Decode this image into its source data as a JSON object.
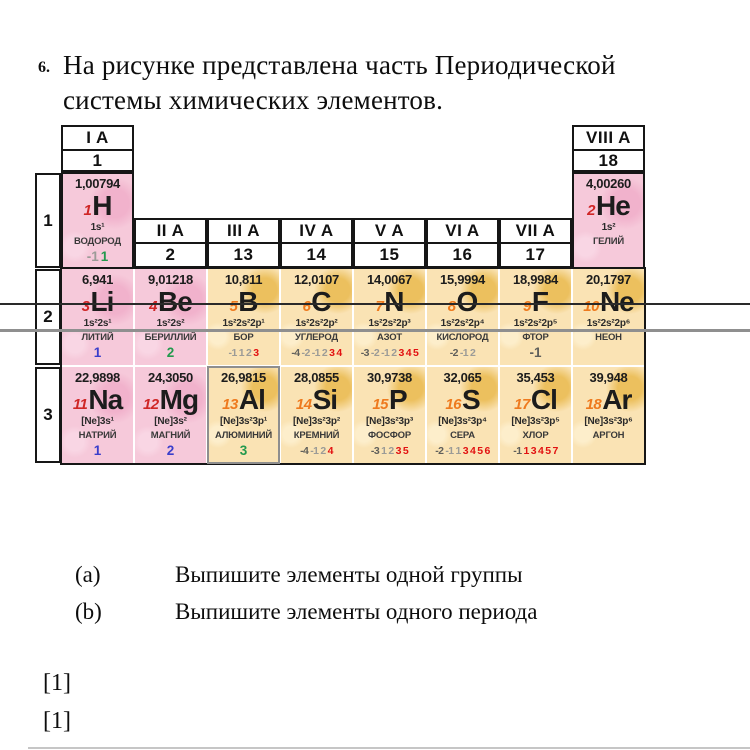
{
  "question": {
    "number": "6.",
    "line1": "На рисунке представлена часть Периодической",
    "line2": "системы химических элементов."
  },
  "table": {
    "group_headers": [
      {
        "label": "I A",
        "number": "1",
        "col": 0,
        "row": "top"
      },
      {
        "label": "II A",
        "number": "2",
        "col": 1,
        "row": "mid"
      },
      {
        "label": "III A",
        "number": "13",
        "col": 2,
        "row": "mid"
      },
      {
        "label": "IV A",
        "number": "14",
        "col": 3,
        "row": "mid"
      },
      {
        "label": "V A",
        "number": "15",
        "col": 4,
        "row": "mid"
      },
      {
        "label": "VI A",
        "number": "16",
        "col": 5,
        "row": "mid"
      },
      {
        "label": "VII A",
        "number": "17",
        "col": 6,
        "row": "mid"
      },
      {
        "label": "VIII A",
        "number": "18",
        "col": 7,
        "row": "top"
      }
    ],
    "period_labels": [
      "1",
      "2",
      "3"
    ],
    "elements": [
      {
        "symbol": "H",
        "mass": "1,00794",
        "number": "1",
        "config": "1s¹",
        "name": "ВОДОРОД",
        "bg": "pink",
        "numc": "red",
        "col": 0,
        "period": 1,
        "ox": [
          {
            "v": "-1",
            "c": "grey"
          },
          {
            "v": "1",
            "c": "green"
          }
        ]
      },
      {
        "symbol": "He",
        "mass": "4,00260",
        "number": "2",
        "config": "1s²",
        "name": "ГЕЛИЙ",
        "bg": "pink",
        "numc": "red",
        "col": 7,
        "period": 1,
        "ox": []
      },
      {
        "symbol": "Li",
        "mass": "6,941",
        "number": "3",
        "config": "1s²2s¹",
        "name": "ЛИТИЙ",
        "bg": "pink",
        "numc": "red",
        "col": 0,
        "period": 2,
        "ox": [
          {
            "v": "1",
            "c": "blue"
          }
        ]
      },
      {
        "symbol": "Be",
        "mass": "9,01218",
        "number": "4",
        "config": "1s²2s²",
        "name": "БЕРИЛЛИЙ",
        "bg": "pink",
        "numc": "red",
        "col": 1,
        "period": 2,
        "ox": [
          {
            "v": "2",
            "c": "green"
          }
        ]
      },
      {
        "symbol": "B",
        "mass": "10,811",
        "number": "5",
        "config": "1s²2s²2p¹",
        "name": "БОР",
        "bg": "tan",
        "numc": "orange",
        "col": 2,
        "period": 2,
        "ox": [
          {
            "v": "-1",
            "c": "grey"
          },
          {
            "v": "1",
            "c": "grey"
          },
          {
            "v": "2",
            "c": "grey"
          },
          {
            "v": "3",
            "c": "red"
          }
        ]
      },
      {
        "symbol": "C",
        "mass": "12,0107",
        "number": "6",
        "config": "1s²2s²2p²",
        "name": "УГЛЕРОД",
        "bg": "tan",
        "numc": "orange",
        "col": 3,
        "period": 2,
        "ox": [
          {
            "v": "-4",
            "c": "dark"
          },
          {
            "v": "-2",
            "c": "grey"
          },
          {
            "v": "-1",
            "c": "grey"
          },
          {
            "v": "2",
            "c": "grey"
          },
          {
            "v": "3",
            "c": "red"
          },
          {
            "v": "4",
            "c": "red"
          }
        ]
      },
      {
        "symbol": "N",
        "mass": "14,0067",
        "number": "7",
        "config": "1s²2s²2p³",
        "name": "АЗОТ",
        "bg": "tan",
        "numc": "orange",
        "col": 4,
        "period": 2,
        "ox": [
          {
            "v": "-3",
            "c": "dark"
          },
          {
            "v": "-2",
            "c": "grey"
          },
          {
            "v": "-1",
            "c": "grey"
          },
          {
            "v": "2",
            "c": "grey"
          },
          {
            "v": "3",
            "c": "red"
          },
          {
            "v": "4",
            "c": "red"
          },
          {
            "v": "5",
            "c": "red"
          }
        ]
      },
      {
        "symbol": "O",
        "mass": "15,9994",
        "number": "8",
        "config": "1s²2s²2p⁴",
        "name": "КИСЛОРОД",
        "bg": "tan",
        "numc": "orange",
        "col": 5,
        "period": 2,
        "ox": [
          {
            "v": "-2",
            "c": "dark"
          },
          {
            "v": "-1",
            "c": "grey"
          },
          {
            "v": "2",
            "c": "grey"
          }
        ]
      },
      {
        "symbol": "F",
        "mass": "18,9984",
        "number": "9",
        "config": "1s²2s²2p⁵",
        "name": "ФТОР",
        "bg": "tan",
        "numc": "orange",
        "col": 6,
        "period": 2,
        "ox": [
          {
            "v": "-1",
            "c": "dark"
          }
        ]
      },
      {
        "symbol": "Ne",
        "mass": "20,1797",
        "number": "10",
        "config": "1s²2s²2p⁶",
        "name": "НЕОН",
        "bg": "tan",
        "numc": "orange",
        "col": 7,
        "period": 2,
        "ox": []
      },
      {
        "symbol": "Na",
        "mass": "22,9898",
        "number": "11",
        "config": "[Ne]3s¹",
        "name": "НАТРИЙ",
        "bg": "pink",
        "numc": "red",
        "col": 0,
        "period": 3,
        "ox": [
          {
            "v": "1",
            "c": "blue"
          }
        ]
      },
      {
        "symbol": "Mg",
        "mass": "24,3050",
        "number": "12",
        "config": "[Ne]3s²",
        "name": "МАГНИЙ",
        "bg": "pink",
        "numc": "red",
        "col": 1,
        "period": 3,
        "ox": [
          {
            "v": "2",
            "c": "blue"
          }
        ]
      },
      {
        "symbol": "Al",
        "mass": "26,9815",
        "number": "13",
        "config": "[Ne]3s²3p¹",
        "name": "АЛЮМИНИЙ",
        "bg": "tan",
        "numc": "orange",
        "col": 2,
        "period": 3,
        "ox": [
          {
            "v": "3",
            "c": "green"
          }
        ]
      },
      {
        "symbol": "Si",
        "mass": "28,0855",
        "number": "14",
        "config": "[Ne]3s²3p²",
        "name": "КРЕМНИЙ",
        "bg": "tan",
        "numc": "orange",
        "col": 3,
        "period": 3,
        "ox": [
          {
            "v": "-4",
            "c": "dark"
          },
          {
            "v": "-1",
            "c": "grey"
          },
          {
            "v": "2",
            "c": "grey"
          },
          {
            "v": "4",
            "c": "red"
          }
        ]
      },
      {
        "symbol": "P",
        "mass": "30,9738",
        "number": "15",
        "config": "[Ne]3s²3p³",
        "name": "ФОСФОР",
        "bg": "tan",
        "numc": "orange",
        "col": 4,
        "period": 3,
        "ox": [
          {
            "v": "-3",
            "c": "dark"
          },
          {
            "v": "1",
            "c": "grey"
          },
          {
            "v": "2",
            "c": "grey"
          },
          {
            "v": "3",
            "c": "red"
          },
          {
            "v": "5",
            "c": "red"
          }
        ]
      },
      {
        "symbol": "S",
        "mass": "32,065",
        "number": "16",
        "config": "[Ne]3s²3p⁴",
        "name": "СЕРА",
        "bg": "tan",
        "numc": "orange",
        "col": 5,
        "period": 3,
        "ox": [
          {
            "v": "-2",
            "c": "dark"
          },
          {
            "v": "-1",
            "c": "grey"
          },
          {
            "v": "1",
            "c": "grey"
          },
          {
            "v": "3",
            "c": "red"
          },
          {
            "v": "4",
            "c": "red"
          },
          {
            "v": "5",
            "c": "red"
          },
          {
            "v": "6",
            "c": "red"
          }
        ]
      },
      {
        "symbol": "Cl",
        "mass": "35,453",
        "number": "17",
        "config": "[Ne]3s²3p⁵",
        "name": "ХЛОР",
        "bg": "tan",
        "numc": "orange",
        "col": 6,
        "period": 3,
        "ox": [
          {
            "v": "-1",
            "c": "dark"
          },
          {
            "v": "1",
            "c": "red"
          },
          {
            "v": "3",
            "c": "red"
          },
          {
            "v": "4",
            "c": "red"
          },
          {
            "v": "5",
            "c": "red"
          },
          {
            "v": "7",
            "c": "red"
          }
        ]
      },
      {
        "symbol": "Ar",
        "mass": "39,948",
        "number": "18",
        "config": "[Ne]3s²3p⁶",
        "name": "АРГОН",
        "bg": "tan",
        "numc": "orange",
        "col": 7,
        "period": 3,
        "ox": []
      }
    ]
  },
  "parts": [
    {
      "label": "(a)",
      "text": "Выпишите элементы одной группы"
    },
    {
      "label": "(b)",
      "text": "Выпишите элементы одного периода"
    }
  ],
  "marks": [
    "[1]",
    "[1]"
  ],
  "colors": {
    "cell_pink": "#f6c9da",
    "cell_tan": "#fae3b4",
    "number_red": "#cf2626",
    "number_orange": "#ee7a1e",
    "ox_red": "#e21111",
    "ox_green": "#22994d",
    "ox_blue": "#3a3ecb",
    "ox_grey": "#9b9b97",
    "ox_dark": "#5f5f5b"
  }
}
